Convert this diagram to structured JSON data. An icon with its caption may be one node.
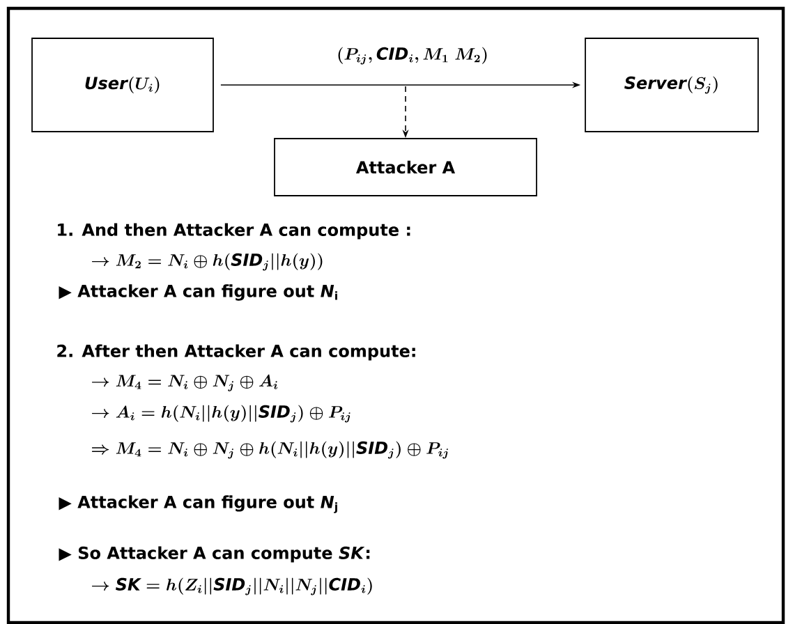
{
  "diagram": {
    "nodes": [
      {
        "text": [
          "\\mathit{User}(U_i)"
        ]
      },
      {
        "text": [
          "\\mathit{Server}(S_j)"
        ]
      },
      {
        "text": [
          "Attacker A"
        ]
      }
    ],
    "edges": [
      {
        "from": 0,
        "to": 1,
        "arrow": "to",
        "label": "(P_{ij}, \\mathit{CID}_i, M_1\\;M_2)"
      },
      {
        "from": null,
        "to": 2,
        "arrow": "to",
        "style": "dashed"
      }
    ],
    "labels": [
      "1.  And then Attacker A can compute :",
      "\\rightarrow M_2 = N_i \\oplus h(\\mathit{SID}_j || h(y))",
      "▶ Attacker A can figure out *N*$_{i}$",
      "2. After then Attacker A can compute:",
      "\\rightarrow M_4 = N_i \\oplus N_j \\oplus A_i",
      "\\rightarrow A_i = h(N_i || h(y) || \\mathit{SID}_j) \\oplus P_{ij}",
      "\\Rightarrow M_4 = N_i \\oplus N_j \\oplus h(N_i || h(y) || \\mathit{SID}_j) \\oplus P_{ij}",
      "▶ Attacker A can figure out *N*$_{j}$",
      "▶ So Attacker A can compute *SK*:",
      "\\rightarrow \\mathit{SK} = h(Z_i || \\mathit{SID}_j || N_i || N_j || \\mathit{CID}_i)"
    ]
  }
}
